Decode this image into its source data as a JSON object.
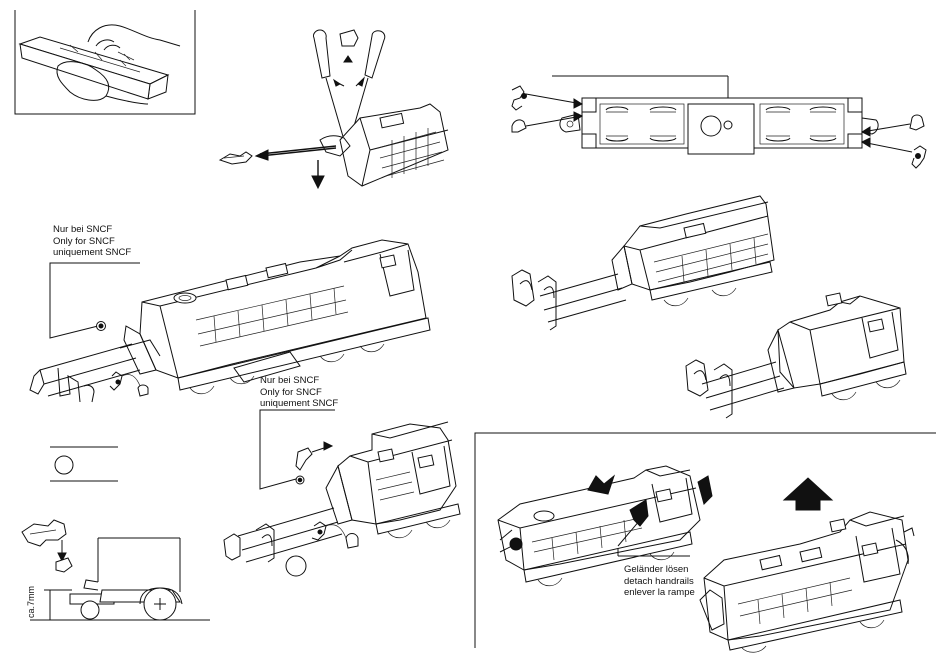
{
  "sncf_note_1": {
    "line1": "Nur bei SNCF",
    "line2": "Only for SNCF",
    "line3": "uniquement SNCF"
  },
  "sncf_note_2": {
    "line1": "Nur bei SNCF",
    "line2": "Only for SNCF",
    "line3": "uniquement SNCF"
  },
  "handrail_note": {
    "line1": "Geländer lösen",
    "line2": "detach handrails",
    "line3": "enlever la rampe"
  },
  "height_label": "ca.7mm"
}
